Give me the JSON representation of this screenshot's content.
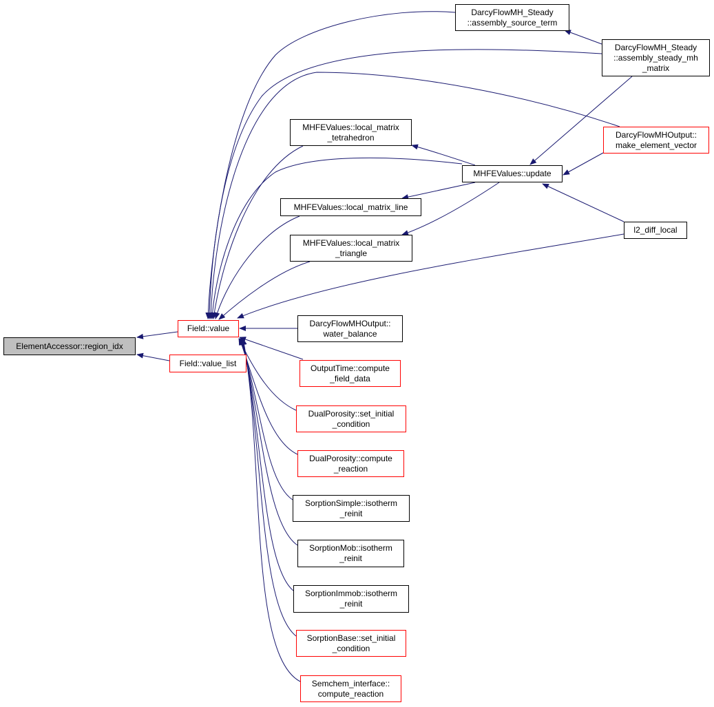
{
  "colors": {
    "edge": "#191970",
    "root_fill": "#bfbfbf",
    "incomplete_border": "#ff0000",
    "border": "#000000"
  },
  "nodes": {
    "region_idx": [
      "ElementAccessor::region_idx"
    ],
    "value": [
      "Field::value"
    ],
    "value_list": [
      "Field::value_list"
    ],
    "source_term": [
      "DarcyFlowMH_Steady",
      "::assembly_source_term"
    ],
    "steady_mh": [
      "DarcyFlowMH_Steady",
      "::assembly_steady_mh",
      "_matrix"
    ],
    "tetrahedron": [
      "MHFEValues::local_matrix",
      "_tetrahedron"
    ],
    "make_element_vector": [
      "DarcyFlowMHOutput::",
      "make_element_vector"
    ],
    "update": [
      "MHFEValues::update"
    ],
    "line": [
      "MHFEValues::local_matrix_line"
    ],
    "triangle": [
      "MHFEValues::local_matrix",
      "_triangle"
    ],
    "l2_diff": [
      "l2_diff_local"
    ],
    "water_balance": [
      "DarcyFlowMHOutput::",
      "water_balance"
    ],
    "compute_field_data": [
      "OutputTime::compute",
      "_field_data"
    ],
    "dp_set_initial": [
      "DualPorosity::set_initial",
      "_condition"
    ],
    "dp_compute_reaction": [
      "DualPorosity::compute",
      "_reaction"
    ],
    "sorption_simple": [
      "SorptionSimple::isotherm",
      "_reinit"
    ],
    "sorption_mob": [
      "SorptionMob::isotherm",
      "_reinit"
    ],
    "sorption_immob": [
      "SorptionImmob::isotherm",
      "_reinit"
    ],
    "sorption_base": [
      "SorptionBase::set_initial",
      "_condition"
    ],
    "semchem": [
      "Semchem_interface::",
      "compute_reaction"
    ]
  }
}
